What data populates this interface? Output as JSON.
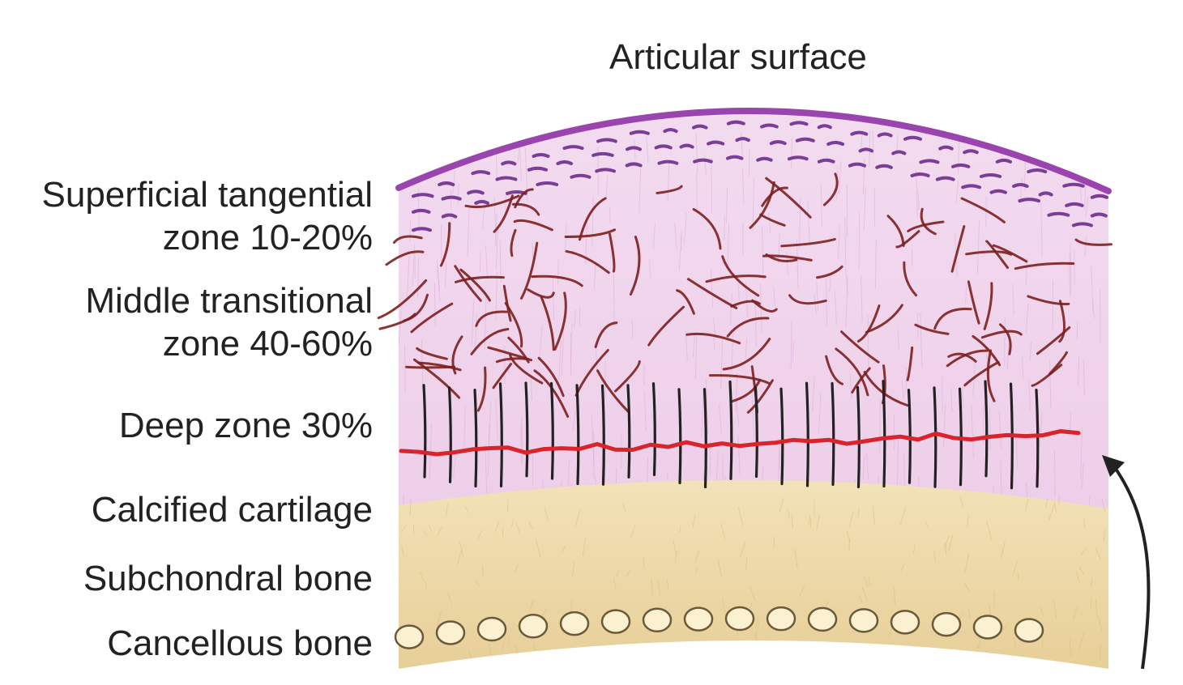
{
  "title": "Articular surface",
  "zones": [
    {
      "lines": [
        "Superficial tangential",
        "zone 10-20%"
      ]
    },
    {
      "lines": [
        "Middle transitional",
        "zone 40-60%"
      ]
    },
    {
      "lines": [
        "Deep zone 30%"
      ]
    },
    {
      "lines": [
        "Calcified cartilage"
      ]
    },
    {
      "lines": [
        "Subchondral bone"
      ]
    },
    {
      "lines": [
        "Cancellous bone"
      ]
    }
  ],
  "colors": {
    "cartilage": "#f1d6ec",
    "surface": "#9a45ad",
    "collagen": "#7b1f1f",
    "tidemark": "#d8242a",
    "deep_fibers": "#222222",
    "bone": "#ecd8a9",
    "cancellous": "#fbf0d0"
  }
}
